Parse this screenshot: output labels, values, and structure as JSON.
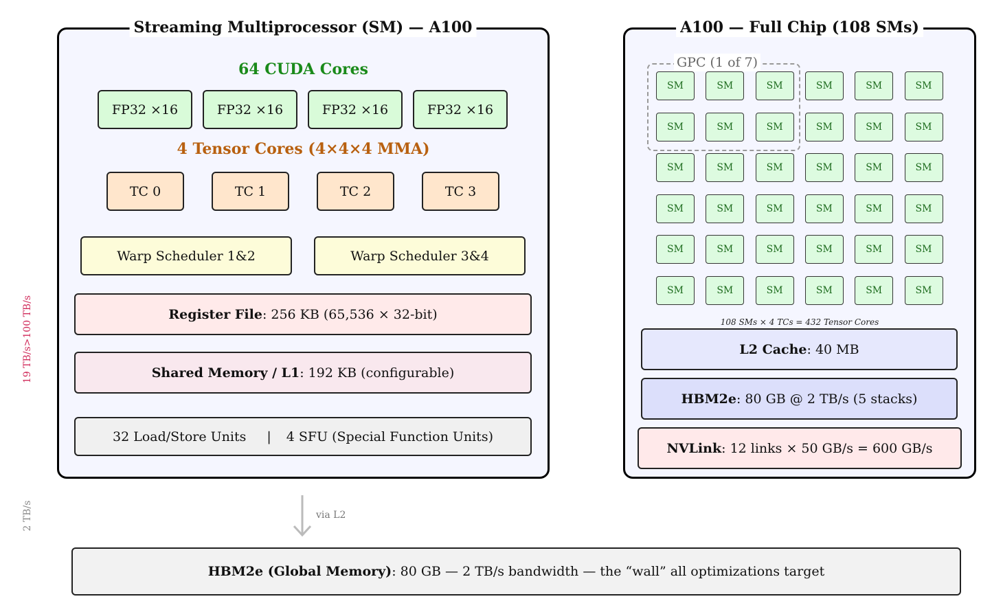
{
  "colors": {
    "cuda_heading": "#1a8a1a",
    "tensor_heading": "#b8600f",
    "bandwidth_label": "#d02a5a",
    "arrow": "#bbbbbb",
    "gpc_dash": "#999999"
  },
  "side_labels": {
    "on_chip": "19 TB/s>100 TB/s",
    "off_chip": "2 TB/s"
  },
  "sm_panel": {
    "title": "Streaming Multiprocessor (SM) — A100",
    "cuda_heading": "64 CUDA Cores",
    "fp32_units": [
      "FP32 ×16",
      "FP32 ×16",
      "FP32 ×16",
      "FP32 ×16"
    ],
    "tensor_heading": "4 Tensor Cores (4×4×4 MMA)",
    "tensor_cores": [
      "TC 0",
      "TC 1",
      "TC 2",
      "TC 3"
    ],
    "warp_schedulers": [
      "Warp Scheduler 1&2",
      "Warp Scheduler 3&4"
    ],
    "register_file": {
      "bold": "Register File",
      "text": ": 256 KB (65,536 × 32-bit)"
    },
    "shared_memory": {
      "bold": "Shared Memory / L1",
      "text": ": 192 KB (configurable)"
    },
    "load_store": "32 Load/Store Units",
    "separator": "|",
    "sfu": "4 SFU (Special Function Units)"
  },
  "chip_panel": {
    "title": "A100 — Full Chip (108 SMs)",
    "gpc_label": "GPC (1 of 7)",
    "sm_label": "SM",
    "sm_rows": 6,
    "sm_cols": 6,
    "caption": "108 SMs × 4 TCs = 432 Tensor Cores",
    "l2": {
      "bold": "L2 Cache",
      "text": ": 40 MB"
    },
    "hbm": {
      "bold": "HBM2e",
      "text": ": 80 GB @ 2 TB/s (5 stacks)"
    },
    "nvlink": {
      "bold": "NVLink",
      "text": ": 12 links × 50 GB/s = 600 GB/s"
    }
  },
  "arrow_label": "via L2",
  "global_memory": {
    "bold": "HBM2e (Global Memory)",
    "text": ": 80 GB — 2 TB/s bandwidth — the “wall” all optimizations target"
  }
}
